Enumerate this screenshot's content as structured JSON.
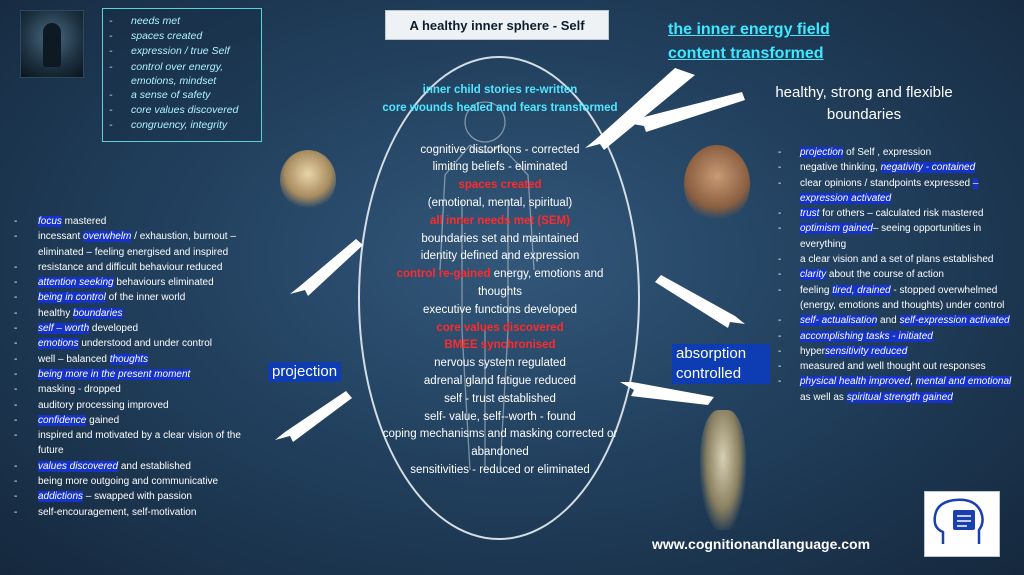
{
  "needs_box": {
    "items": [
      "needs met",
      "spaces created",
      "expression / true Self",
      "control  over energy,",
      "emotions, mindset",
      "a sense of safety",
      "core values discovered",
      "congruency, integrity"
    ]
  },
  "title": "A healthy inner sphere - Self",
  "energy_title": [
    "the inner energy field",
    "content transformed"
  ],
  "boundaries_title": [
    "healthy, strong and flexible",
    "boundaries"
  ],
  "center": {
    "cyan_items": [
      "inner child stories re-written",
      "core wounds healed and fears transformed"
    ],
    "items": [
      {
        "text": "cognitive distortions - corrected",
        "style": "white"
      },
      {
        "text": "limiting beliefs - eliminated",
        "style": "white"
      },
      {
        "text": "spaces created",
        "style": "red"
      },
      {
        "text": "(emotional, mental, spiritual)",
        "style": "white"
      },
      {
        "text": "all inner needs met (SEM)",
        "style": "red"
      },
      {
        "text": "boundaries set and maintained",
        "style": "white"
      },
      {
        "text": "identity defined and expression",
        "style": "white"
      },
      {
        "text": "control re-gained  energy, emotions and thoughts",
        "style": "mixed"
      },
      {
        "text": "executive functions developed",
        "style": "white"
      },
      {
        "text": "core values discovered",
        "style": "red"
      },
      {
        "text": "BMEE synchronised",
        "style": "red"
      },
      {
        "text": "nervous system regulated",
        "style": "white"
      },
      {
        "text": "adrenal gland fatigue reduced",
        "style": "white"
      },
      {
        "text": "self - trust established",
        "style": "white"
      },
      {
        "text": "self- value, self--worth - found",
        "style": "white"
      },
      {
        "text": "coping mechanisms and masking corrected or abandoned",
        "style": "white"
      },
      {
        "text": "sensitivities - reduced or eliminated",
        "style": "white"
      }
    ]
  },
  "left_list": [
    {
      "hl": "focus",
      "rest": " mastered"
    },
    {
      "pre": "incessant ",
      "hl": "overwhelm",
      "rest": " / exhaustion, burnout – eliminated – feeling energised and inspired"
    },
    {
      "rest": "resistance and difficult behaviour reduced"
    },
    {
      "hl": "attention seeking",
      "rest": " behaviours eliminated"
    },
    {
      "hl": "being in control",
      "rest": " of the inner world"
    },
    {
      "pre": "healthy ",
      "hl": "boundaries",
      "rest": ""
    },
    {
      "hl": "self – worth",
      "rest": " developed"
    },
    {
      "hl": "emotions",
      "rest": " understood and under control"
    },
    {
      "pre": "well – balanced ",
      "hl": "thoughts",
      "rest": ""
    },
    {
      "hl": "being more in the present moment",
      "rest": ""
    },
    {
      "rest": "masking - dropped"
    },
    {
      "rest": "auditory processing improved"
    },
    {
      "hl": "confidence",
      "rest": " gained"
    },
    {
      "rest": "inspired and motivated  by a clear vision of the future"
    },
    {
      "hl": "values discovered",
      "rest": " and established"
    },
    {
      "rest": "being more outgoing and communicative"
    },
    {
      "hl": "addictions",
      "rest": " – swapped with passion"
    },
    {
      "rest": "self-encouragement, self-motivation"
    }
  ],
  "right_list": [
    {
      "hl": "projection",
      "rest": " of Self , expression"
    },
    {
      "pre": "negative thinking, ",
      "hl": "negativity - contained",
      "rest": ""
    },
    {
      "pre": "clear opinions / standpoints expressed ",
      "hl": "– expression activated",
      "rest": ""
    },
    {
      "hl": "trust",
      "rest": " for others – calculated risk mastered"
    },
    {
      "hl": "optimism  gained",
      "rest": "– seeing opportunities in everything"
    },
    {
      "rest": "a clear vision and a set of plans established"
    },
    {
      "hl": "clarity",
      "rest": " about the course of action"
    },
    {
      "pre": " feeling ",
      "hl": "tired, drained",
      "rest": "  - stopped overwhelmed (energy, emotions and thoughts) under control"
    },
    {
      "hl": "self- actualisation",
      "mid": " and ",
      "hl2": "self-expression activated",
      "rest": ""
    },
    {
      "hl": "accomplishing tasks - initiated",
      "rest": ""
    },
    {
      "pre": "hyper",
      "hl": "sensitivity  reduced",
      "rest": ""
    },
    {
      "rest": "measured and well thought out responses"
    },
    {
      "hl": "physical health improved",
      "mid": ", ",
      "hl2": "mental and emotional",
      "rest2": " as well as ",
      "hl3": "spiritual strength gained"
    }
  ],
  "projection_label": "projection",
  "absorption_label": [
    "absorption",
    "controlled"
  ],
  "url": "www.cognitionandlanguage.com",
  "colors": {
    "highlight": "#1533c8",
    "cyan": "#4fe7ff",
    "red": "#ff2a2a",
    "label_bg": "#0d3cb3"
  },
  "icons": [
    "brain-book-logo-icon",
    "arrow-icon"
  ]
}
